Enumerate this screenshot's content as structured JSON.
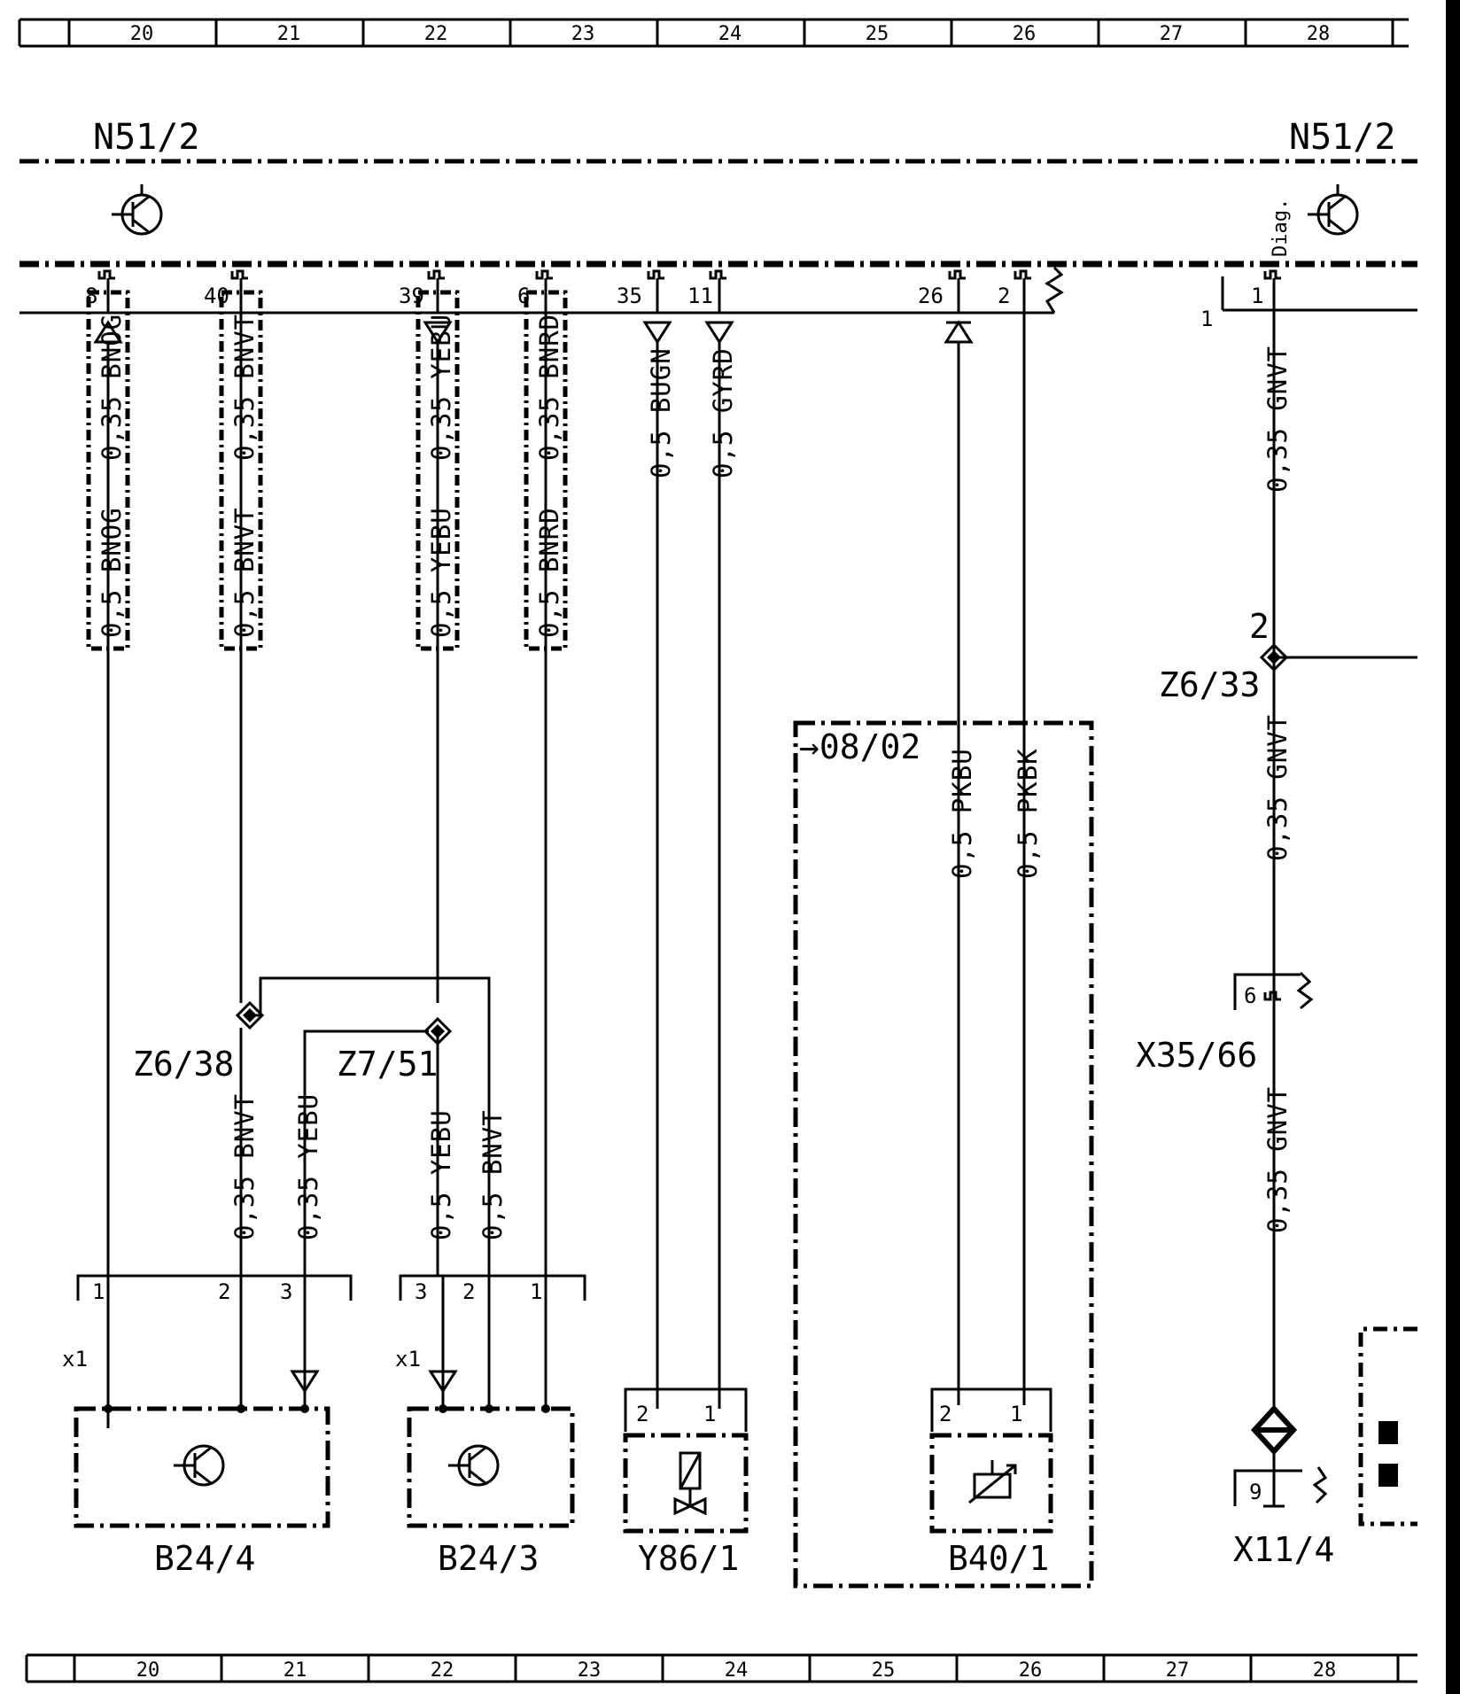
{
  "grid_top": [
    "20",
    "21",
    "22",
    "23",
    "24",
    "25",
    "26",
    "27",
    "28"
  ],
  "grid_bottom": [
    "20",
    "21",
    "22",
    "23",
    "24",
    "25",
    "26",
    "27",
    "28"
  ],
  "ecu": {
    "left_label": "N51/2",
    "right_label": "N51/2",
    "diag_label": "Diag."
  },
  "ecu_pins": [
    "8",
    "40",
    "39",
    "6",
    "35",
    "11",
    "26",
    "2",
    "1"
  ],
  "top_wires": [
    "0,35 BNOG",
    "0,35 BNVT",
    "0,35 YEBU",
    "0,35 BNRD",
    "0,5 BUGN",
    "0,5 GYRD",
    "0,35 GNVT"
  ],
  "boxed_wires": [
    "0,5 BNOG",
    "0,5 BNVT",
    "0,5 YEBU",
    "0,5 BNRD"
  ],
  "splice_labels": {
    "z6_38": "Z6/38",
    "z7_51": "Z7/51",
    "z6_33": "Z6/33",
    "z6_33_pin": "2"
  },
  "mid_wires": [
    "0,35 BNVT",
    "0,35 YEBU",
    "0,5 YEBU",
    "0,5 BNVT"
  ],
  "right_wires": [
    "0,35 GNVT",
    "0,35 GNVT"
  ],
  "section": {
    "ref": "→08/02",
    "wires": [
      "0,5 PKBU",
      "0,5 PKBK"
    ]
  },
  "connector_x35": {
    "label": "X35/66",
    "pin": "6"
  },
  "connector_x11": {
    "label": "X11/4",
    "pin": "9"
  },
  "ground_marks": [
    "1",
    "x1",
    "x1"
  ],
  "b24_4": {
    "label": "B24/4",
    "pins": [
      "1",
      "2",
      "3"
    ]
  },
  "b24_3": {
    "label": "B24/3",
    "pins": [
      "3",
      "2",
      "1"
    ]
  },
  "y86_1": {
    "label": "Y86/1",
    "pins": [
      "2",
      "1"
    ]
  },
  "b40_1": {
    "label": "B40/1",
    "pins": [
      "2",
      "1"
    ]
  },
  "colors": {
    "ink": "#000000",
    "paper": "#ffffff"
  }
}
